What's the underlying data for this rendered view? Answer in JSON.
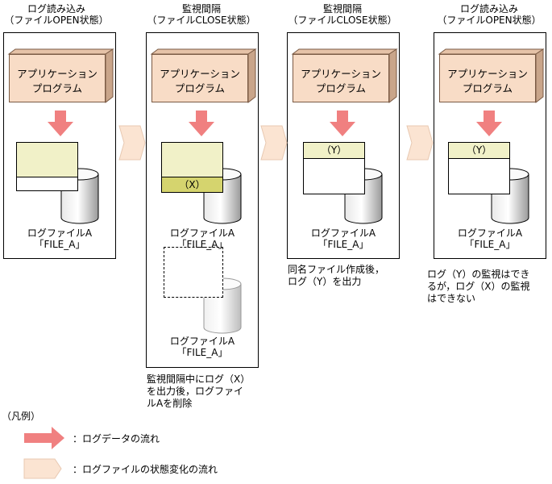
{
  "titles": [
    {
      "line1": "ログ読み込み",
      "line2": "（ファイルOPEN状態）"
    },
    {
      "line1": "監視間隔",
      "line2": "（ファイルCLOSE状態）"
    },
    {
      "line1": "監視間隔",
      "line2": "（ファイルCLOSE状態）"
    },
    {
      "line1": "ログ読み込み",
      "line2": "（ファイルOPEN状態）"
    }
  ],
  "app_label": {
    "line1": "アプリケーション",
    "line2": "プログラム"
  },
  "file_label": {
    "line1": "ログファイルA",
    "line2": "「FILE_A」"
  },
  "marks": {
    "x": "（X）",
    "y": "（Y）"
  },
  "notes": {
    "panel2": [
      "監視間隔中にログ（X）",
      "を出力後，ログファイ",
      "ルAを削除"
    ],
    "panel3": [
      "同名ファイル作成後，",
      "ログ（Y）を出力"
    ],
    "panel4": [
      "ログ（Y）の監視はでき",
      "るが，ログ（X）の監視",
      "はできない"
    ]
  },
  "legend": {
    "title": "（凡例）",
    "data_flow": "：ログデータの流れ",
    "state_flow": "：ログファイルの状態変化の流れ"
  },
  "colors": {
    "app_fill": "#f8dcc6",
    "app_side": "#c9a58a",
    "data_arrow": "#f08080",
    "state_arrow": "#fbe4d2",
    "file_yellow": "#f1f1c8",
    "file_olive": "#d5d46e"
  }
}
